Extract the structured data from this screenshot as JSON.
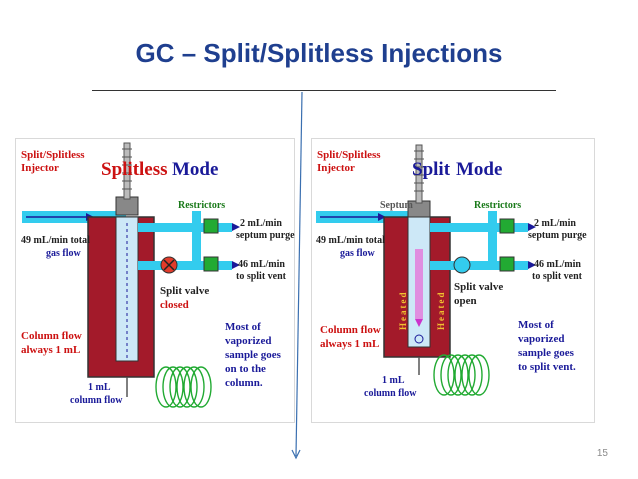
{
  "slide": {
    "title": "GC – Split/Splitless Injections",
    "page_number": "15"
  },
  "colors": {
    "title": "#1f3f8f",
    "label_red": "#cc1111",
    "label_blue": "#1a1a99",
    "label_green": "#1a7a1a",
    "pipe_cyan": "#33ccee",
    "heater_red": "#a31a2a",
    "valve_green": "#22aa33"
  },
  "panels": {
    "splitless": {
      "injector_label_line1": "Split/Splitless",
      "injector_label_line2": "Injector",
      "mode_word_1": "Splitless",
      "mode_word_2": "Mode",
      "restrictors": "Restrictors",
      "purge_flow_line1": "2 mL/min",
      "purge_flow_line2": "septum purge",
      "total_flow_line1": "49 mL/min total",
      "total_flow_line2": "gas flow",
      "vent_flow_line1": "46 mL/min",
      "vent_flow_line2": "to split vent",
      "valve_state_line1": "Split valve",
      "valve_state_line2": "closed",
      "column_flow_line1": "Column flow",
      "column_flow_line2": "always 1 mL",
      "sample_note_line1": "Most of",
      "sample_note_line2": "vaporized",
      "sample_note_line3": "sample goes",
      "sample_note_line4": "on to the",
      "sample_note_line5": "column.",
      "coil_label_line1": "1 mL",
      "coil_label_line2": "column flow"
    },
    "split": {
      "injector_label_line1": "Split/Splitless",
      "injector_label_line2": "Injector",
      "mode_word_1": "Split",
      "mode_word_2": "Mode",
      "septum": "Septum",
      "restrictors": "Restrictors",
      "purge_flow_line1": "2 mL/min",
      "purge_flow_line2": "septum purge",
      "total_flow_line1": "49 mL/min total",
      "total_flow_line2": "gas flow",
      "vent_flow_line1": "46 mL/min",
      "vent_flow_line2": "to split vent",
      "valve_state_line1": "Split valve",
      "valve_state_line2": "open",
      "heated": "Heated",
      "column_flow_line1": "Column flow",
      "column_flow_line2": "always 1 mL",
      "sample_note_line1": "Most of",
      "sample_note_line2": "vaporized",
      "sample_note_line3": "sample goes",
      "sample_note_line4": "to split vent.",
      "coil_label_line1": "1 mL",
      "coil_label_line2": "column flow"
    }
  }
}
